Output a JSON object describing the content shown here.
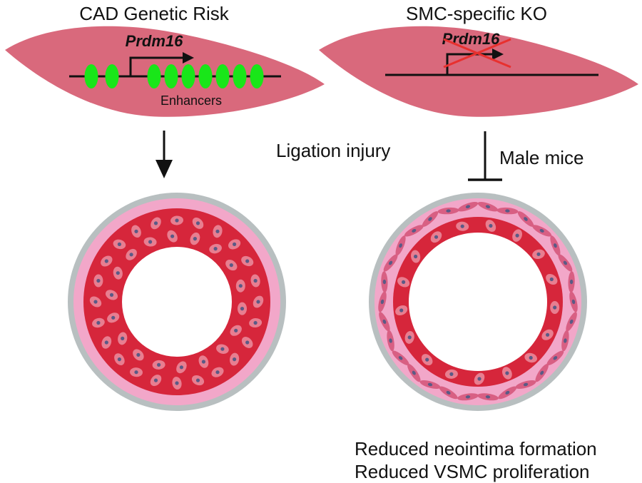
{
  "left_panel": {
    "title": "CAD Genetic Risk",
    "gene_label": "Prdm16",
    "enhancers_label": "Enhancers",
    "enhancer_count_left": 2,
    "enhancer_count_right": 7
  },
  "right_panel": {
    "title": "SMC-specific KO",
    "gene_label": "Prdm16",
    "inhibition_label": "Male mice"
  },
  "center_label": "Ligation injury",
  "outcomes": [
    "Reduced neointima formation",
    "Reduced VSMC proliferation"
  ],
  "colors": {
    "cell_fill": "#d9697c",
    "enhancer": "#19e619",
    "knockout_cross": "#e8302e",
    "adventitia": "#b8bfc0",
    "media": "#f2a7c9",
    "media_cell": "#d85f83",
    "neointima": "#d6263b",
    "neointima_cell": "#e87e90",
    "nucleus": "#5a5a86",
    "lumen": "#ffffff"
  }
}
